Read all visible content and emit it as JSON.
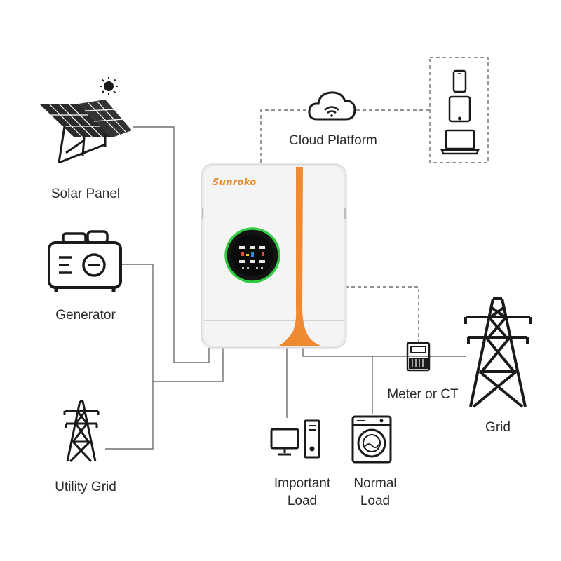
{
  "brand": "Sunroko",
  "labels": {
    "solar_panel": "Solar Panel",
    "generator": "Generator",
    "utility_grid": "Utility Grid",
    "cloud_platform": "Cloud Platform",
    "meter_or_ct": "Meter or CT",
    "grid": "Grid",
    "important_load_line1": "Important",
    "important_load_line2": "Load",
    "normal_load_line1": "Normal",
    "normal_load_line2": "Load"
  },
  "colors": {
    "line": "#6e6e6e",
    "icon": "#1a1a1a",
    "accent": "#ef8a33",
    "inverter_body": "#f2f2f2",
    "screen_ring": "#2ecc40"
  }
}
